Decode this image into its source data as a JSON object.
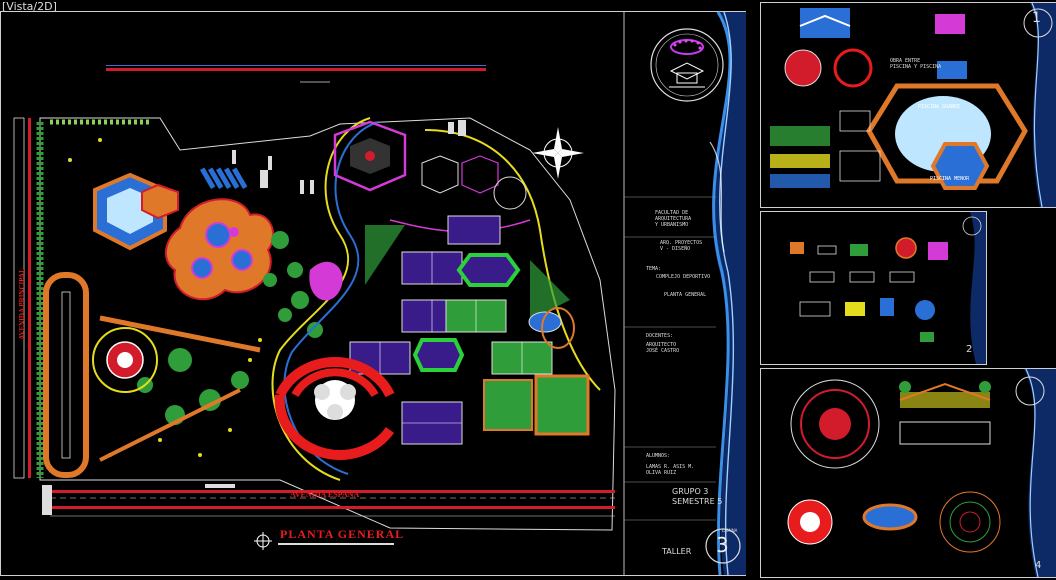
{
  "viewport": {
    "label": "[Vista/2D]"
  },
  "main_sheet": {
    "avenue_left": "AVENIDA PRINCIPAL",
    "avenue_bottom": "AVENIDA ESPAÑA",
    "plan_title": "PLANTA GENERAL",
    "title_block": {
      "school": "FACULTAD DE\nARQUITECTURA\nY URBANISMO",
      "course": "ARQ. PROYECTOS\nV - DISEÑO",
      "theme_label": "TEMA:",
      "theme": "COMPLEJO DEPORTIVO",
      "plan_label": "PLANTA GENERAL",
      "docentes_label": "DOCENTES:",
      "docentes": "ARQUITECTO\nJOSÉ CASTRO",
      "alumnos_label": "ALUMNOS:",
      "alumnos": "LAMAS R. ASIS M.\nOLIVA RUIZ",
      "group": "GRUPO 3",
      "semester": "SEMESTRE 5",
      "taller": "TALLER",
      "sheet_label": "LAMINA",
      "sheet_number": "3"
    }
  },
  "side_sheets": {
    "top": {
      "label_big": "PISCINA GRANDE",
      "label_small": "PISCINA MENOR",
      "note": "OBRA ENTRE\nPISCINA Y PISCINA",
      "sheet_number": "1"
    },
    "middle": {
      "sheet_number": "2"
    },
    "bottom": {
      "sheet_number": "4"
    }
  },
  "colors": {
    "background": "#000000",
    "frame": "#cfcfcf",
    "accent_blue": "#2a6fd6",
    "logo_purple": "#7a2bd1",
    "court_purple": "#3a1b8a",
    "court_green": "#2f9e3a",
    "orange": "#e0782a",
    "red": "#e81c1c",
    "yellow": "#e6dc1e",
    "magenta": "#d43bd6"
  },
  "icons": [
    "north-arrow-icon",
    "school-logo-icon"
  ]
}
